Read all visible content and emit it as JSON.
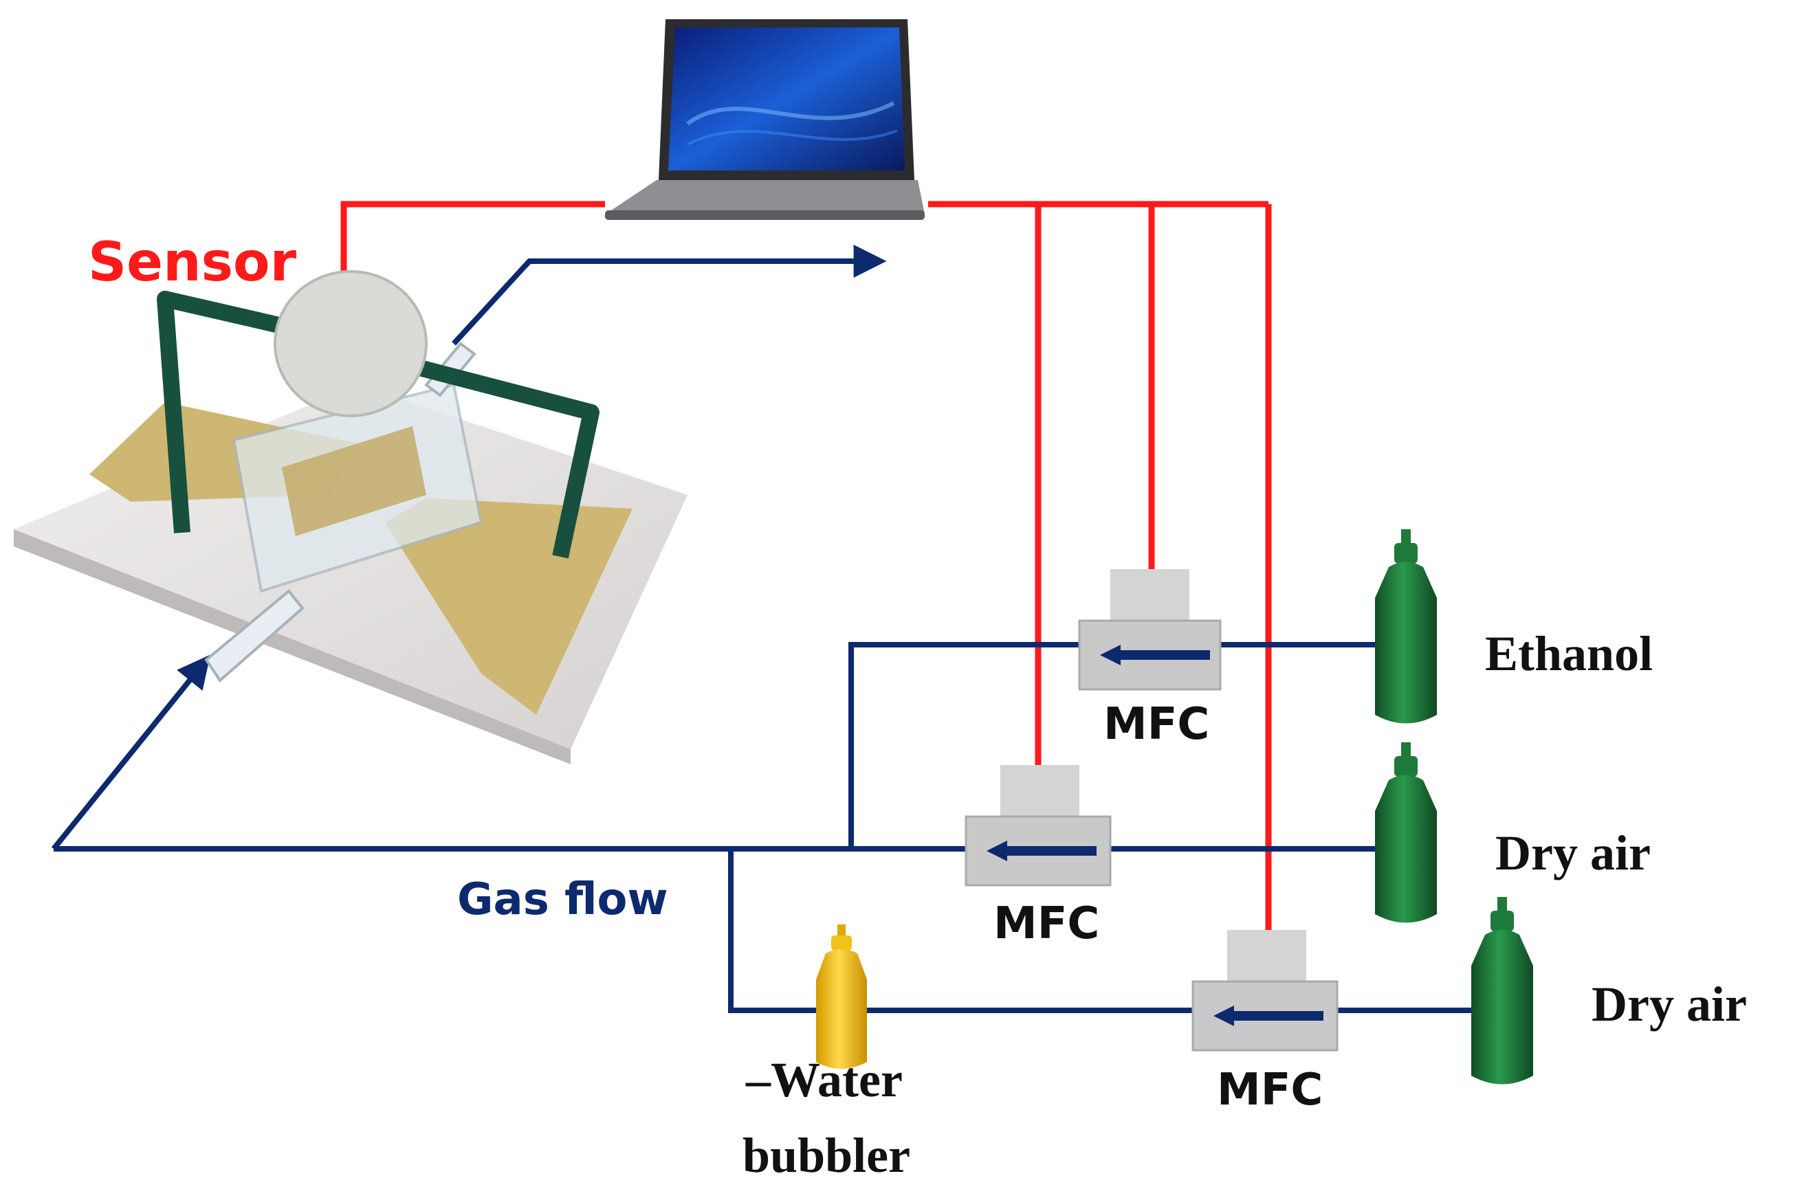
{
  "labels": {
    "sensor": "Sensor",
    "gas_flow": "Gas flow",
    "ethanol": "Ethanol",
    "dry_air_1": "Dry air",
    "dry_air_2": "Dry air",
    "mfc_1": "MFC",
    "mfc_2": "MFC",
    "mfc_3": "MFC",
    "water_bubbler_line1": "–Water",
    "water_bubbler_line2": "bubbler"
  },
  "colors": {
    "signal_line": "#ff1a1a",
    "gas_line": "#0d2a6e",
    "cylinder": "#1e7a3a",
    "bubbler": "#f2c21a",
    "mfc_body": "#c9c9c9",
    "sensor_label": "#ff1a1a",
    "gas_flow_label": "#0d2a6e",
    "electrode": "#cdb772",
    "probe_arm": "#17503e"
  },
  "icons": [
    "laptop-icon",
    "sensor-chamber-icon",
    "gas-cylinder-icon",
    "water-bubbler-icon",
    "mfc-icon"
  ]
}
